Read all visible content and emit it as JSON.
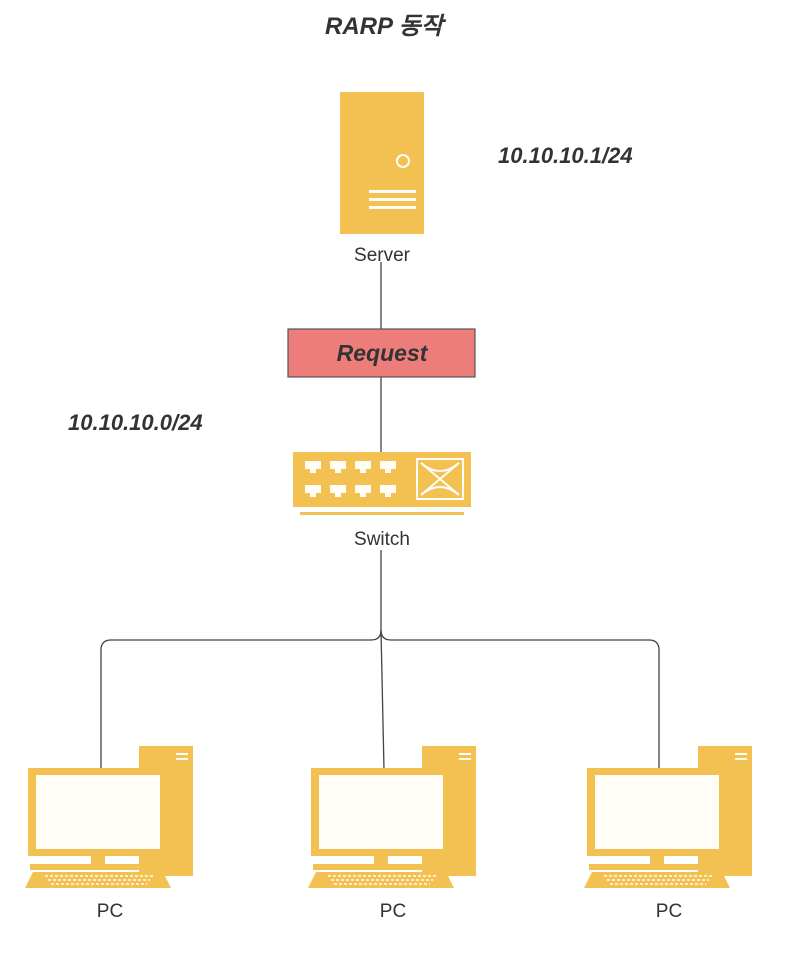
{
  "title": "RARP 동작",
  "server": {
    "label": "Server",
    "ip": "10.10.10.1/24"
  },
  "network": {
    "subnet": "10.10.10.0/24"
  },
  "request": {
    "label": "Request"
  },
  "switch": {
    "label": "Switch"
  },
  "pcs": [
    {
      "label": "PC"
    },
    {
      "label": "PC"
    },
    {
      "label": "PC"
    }
  ],
  "colors": {
    "device": "#f2c152",
    "device_light": "#fffdf6",
    "request_fill": "#ec7d7b",
    "text": "#333333",
    "line": "#444444"
  },
  "icons": [
    "server-icon",
    "switch-icon",
    "pc-icon"
  ]
}
